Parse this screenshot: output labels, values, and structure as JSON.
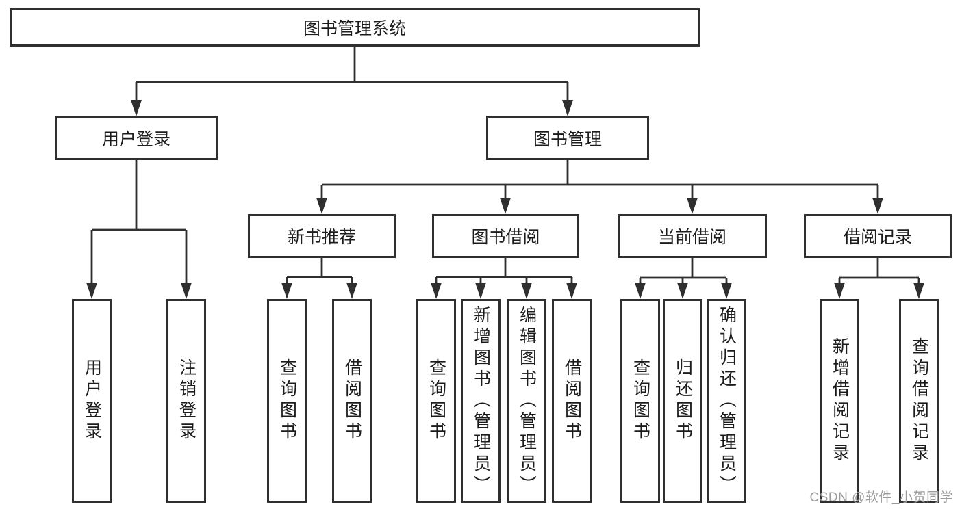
{
  "diagram": {
    "root": {
      "label": "图书管理系统"
    },
    "level2": [
      {
        "id": "user-login",
        "label": "用户登录"
      },
      {
        "id": "book-management",
        "label": "图书管理"
      }
    ],
    "level3": [
      {
        "id": "new-book-recommend",
        "label": "新书推荐"
      },
      {
        "id": "book-borrow",
        "label": "图书借阅"
      },
      {
        "id": "current-borrow",
        "label": "当前借阅"
      },
      {
        "id": "borrow-records",
        "label": "借阅记录"
      }
    ],
    "leaves": [
      {
        "parent": "user-login",
        "label": "用户登录"
      },
      {
        "parent": "user-login",
        "label": "注销登录"
      },
      {
        "parent": "new-book-recommend",
        "label": "查询图书"
      },
      {
        "parent": "new-book-recommend",
        "label": "借阅图书"
      },
      {
        "parent": "book-borrow",
        "label": "查询图书"
      },
      {
        "parent": "book-borrow",
        "label": "新增图书（管理员）"
      },
      {
        "parent": "book-borrow",
        "label": "编辑图书（管理员）"
      },
      {
        "parent": "book-borrow",
        "label": "借阅图书"
      },
      {
        "parent": "current-borrow",
        "label": "查询图书"
      },
      {
        "parent": "current-borrow",
        "label": "归还图书"
      },
      {
        "parent": "current-borrow",
        "label": "确认归还（管理员）"
      },
      {
        "parent": "borrow-records",
        "label": "新增借阅记录"
      },
      {
        "parent": "borrow-records",
        "label": "查询借阅记录"
      }
    ],
    "watermark": "CSDN @软件_小贺同学",
    "colors": {
      "line": "#2f2f2f",
      "box_border": "#2f2f2f",
      "box_fill": "#ffffff",
      "text": "#1c1c1c",
      "background": "#ffffff",
      "watermark": "#9b9b9b"
    }
  }
}
